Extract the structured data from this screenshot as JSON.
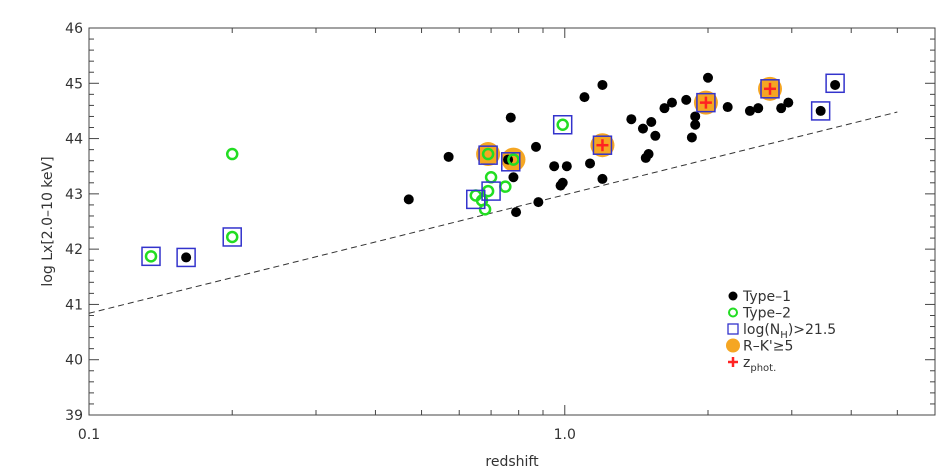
{
  "chart_data": {
    "type": "scatter",
    "title": "",
    "xlabel": "redshift",
    "ylabel": "log Lx[2.0–10 keV]",
    "xscale": "log",
    "xlim": [
      0.1,
      6.0
    ],
    "ylim": [
      39,
      46
    ],
    "x_tick_labels": [
      {
        "value": 0.1,
        "label": "0.1"
      },
      {
        "value": 1.0,
        "label": "1.0"
      }
    ],
    "y_ticks": [
      39,
      40,
      41,
      42,
      43,
      44,
      45,
      46
    ],
    "y_tick_labels": [
      "39",
      "40",
      "41",
      "42",
      "43",
      "44",
      "45",
      "46"
    ],
    "legend_position": "bottom-right",
    "legend": [
      {
        "key": "type1",
        "label": "Type–1",
        "sub": ""
      },
      {
        "key": "type2",
        "label": "Type–2",
        "sub": ""
      },
      {
        "key": "nh",
        "label": "log(N",
        "sub": "H",
        "suffix": ")>21.5"
      },
      {
        "key": "rk",
        "label": "R–K'≥5",
        "sub": ""
      },
      {
        "key": "zphot",
        "label": "z",
        "sub": "phot."
      }
    ],
    "colors": {
      "type1": "#000000",
      "type2": "#22dd22",
      "nh": "#3333cc",
      "rk": "#f5a623",
      "zphot": "#ff2222",
      "line": "#333333"
    },
    "series": [
      {
        "name": "Type–1",
        "points": [
          [
            0.16,
            41.85
          ],
          [
            0.47,
            42.9
          ],
          [
            0.57,
            43.67
          ],
          [
            0.76,
            43.62
          ],
          [
            0.77,
            44.38
          ],
          [
            0.78,
            43.3
          ],
          [
            0.79,
            42.67
          ],
          [
            0.87,
            43.85
          ],
          [
            0.88,
            42.85
          ],
          [
            0.95,
            43.5
          ],
          [
            0.98,
            43.15
          ],
          [
            0.99,
            43.2
          ],
          [
            1.01,
            43.5
          ],
          [
            1.1,
            44.75
          ],
          [
            1.13,
            43.55
          ],
          [
            1.2,
            44.97
          ],
          [
            1.2,
            43.27
          ],
          [
            1.38,
            44.35
          ],
          [
            1.46,
            44.18
          ],
          [
            1.48,
            43.65
          ],
          [
            1.5,
            43.72
          ],
          [
            1.52,
            44.3
          ],
          [
            1.55,
            44.05
          ],
          [
            1.62,
            44.55
          ],
          [
            1.68,
            44.65
          ],
          [
            1.8,
            44.7
          ],
          [
            1.85,
            44.02
          ],
          [
            1.88,
            44.4
          ],
          [
            1.88,
            44.25
          ],
          [
            2.0,
            45.1
          ],
          [
            2.2,
            44.57
          ],
          [
            2.45,
            44.5
          ],
          [
            2.55,
            44.55
          ],
          [
            2.85,
            44.55
          ],
          [
            2.95,
            44.65
          ],
          [
            3.45,
            44.5
          ],
          [
            3.7,
            44.97
          ]
        ]
      },
      {
        "name": "Type–2",
        "points": [
          [
            0.135,
            41.87
          ],
          [
            0.2,
            43.72
          ],
          [
            0.2,
            42.22
          ],
          [
            0.65,
            42.97
          ],
          [
            0.67,
            42.88
          ],
          [
            0.68,
            42.72
          ],
          [
            0.69,
            43.72
          ],
          [
            0.69,
            43.05
          ],
          [
            0.7,
            43.3
          ],
          [
            0.75,
            43.13
          ],
          [
            0.78,
            43.62
          ],
          [
            0.99,
            44.25
          ]
        ]
      },
      {
        "name": "log(NH)>21.5",
        "points": [
          [
            0.135,
            41.87
          ],
          [
            0.16,
            41.85
          ],
          [
            0.2,
            42.22
          ],
          [
            0.65,
            42.9
          ],
          [
            0.7,
            43.05
          ],
          [
            0.69,
            43.7
          ],
          [
            0.77,
            43.58
          ],
          [
            0.99,
            44.25
          ],
          [
            1.2,
            43.88
          ],
          [
            1.98,
            44.65
          ],
          [
            2.7,
            44.9
          ],
          [
            3.45,
            44.5
          ],
          [
            3.7,
            45.0
          ]
        ]
      },
      {
        "name": "R–K'≥5",
        "points": [
          [
            0.69,
            43.72
          ],
          [
            0.78,
            43.62
          ],
          [
            1.2,
            43.88
          ],
          [
            1.98,
            44.65
          ],
          [
            2.7,
            44.9
          ]
        ]
      },
      {
        "name": "z phot.",
        "points": [
          [
            1.2,
            43.88
          ],
          [
            1.98,
            44.65
          ],
          [
            2.7,
            44.9
          ]
        ]
      }
    ],
    "dashed_line": [
      [
        0.1,
        40.84
      ],
      [
        5.0,
        44.48
      ]
    ]
  }
}
